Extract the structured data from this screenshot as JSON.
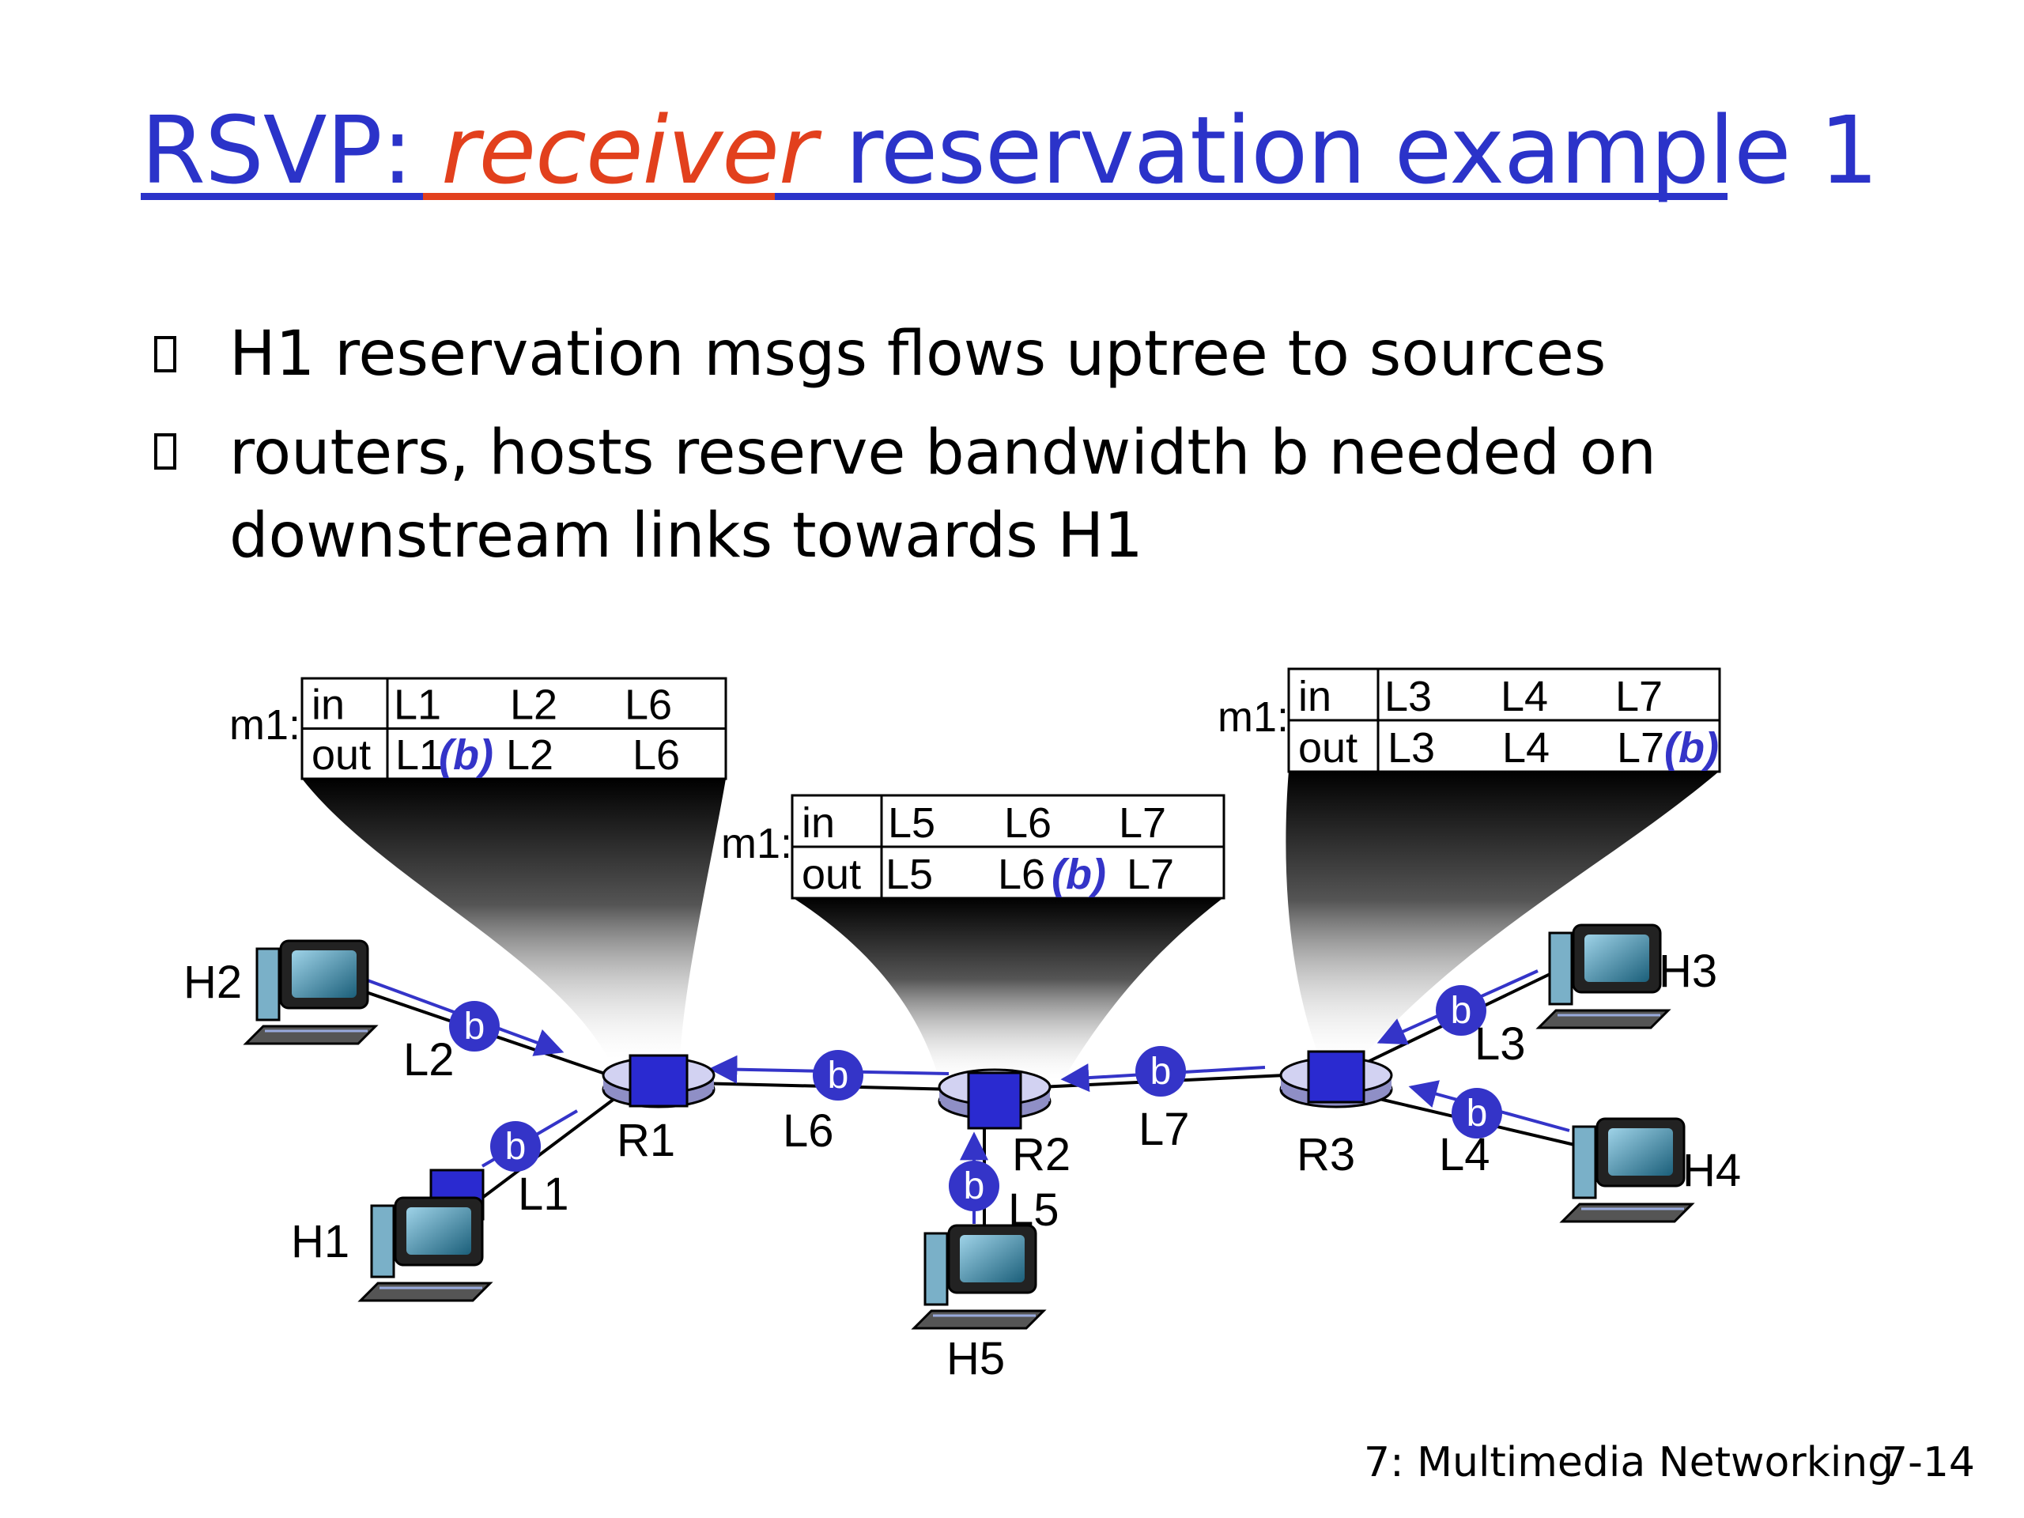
{
  "title": {
    "prefix": "RSVP: ",
    "accent": "receiver",
    "suffix": " reservation example 1",
    "accent_color": "#e2401d",
    "main_color": "#2b33c9"
  },
  "bullets": [
    "H1 reservation msgs flows uptree to sources",
    "routers, hosts reserve bandwidth b needed on",
    "downstream links towards H1"
  ],
  "tables": [
    {
      "label": "m1:",
      "in": [
        "in",
        "L1",
        "L2",
        "L6"
      ],
      "out": [
        "out",
        "L1",
        "(b)",
        "L2",
        "L6"
      ]
    },
    {
      "label": "m1:",
      "in": [
        "in",
        "L5",
        "L6",
        "L7"
      ],
      "out": [
        "out",
        "L5",
        "L6",
        "(b)",
        "L7"
      ]
    },
    {
      "label": "m1:",
      "in": [
        "in",
        "L3",
        "L4",
        "L7"
      ],
      "out": [
        "out",
        "L3",
        "L4",
        "L7",
        "(b)"
      ]
    }
  ],
  "hosts": [
    "H2",
    "H1",
    "H5",
    "H3",
    "H4"
  ],
  "routers": [
    "R1",
    "R2",
    "R3"
  ],
  "links": [
    "L2",
    "L1",
    "L6",
    "L7",
    "L5",
    "L3",
    "L4"
  ],
  "bandwidth_marker": "b",
  "colors": {
    "marker": "#3434c8",
    "arrow": "#3434c8",
    "router_top": "#c9c9ee",
    "router_box": "#2a2ad0"
  },
  "footer": {
    "chapter": "7: Multimedia Networking",
    "page": "7-14"
  }
}
